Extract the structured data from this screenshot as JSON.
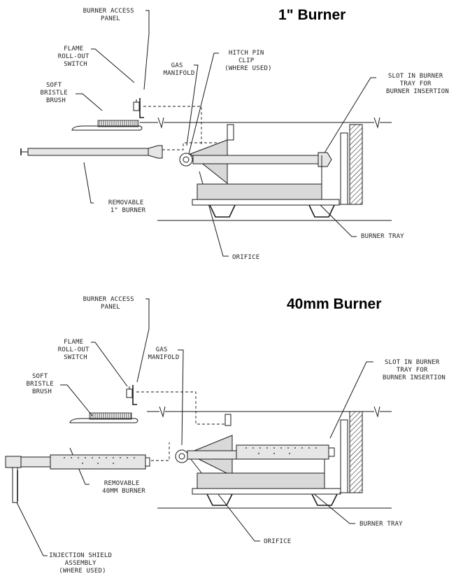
{
  "diagrams": [
    {
      "title": "1\" Burner",
      "labels": {
        "access_panel": [
          "BURNER ACCESS",
          "PANEL"
        ],
        "rollout_switch": [
          "FLAME",
          "ROLL-OUT",
          "SWITCH"
        ],
        "brush": [
          "SOFT",
          "BRISTLE",
          "BRUSH"
        ],
        "gas_manifold": [
          "GAS",
          "MANIFOLD"
        ],
        "hitch_pin": [
          "HITCH PIN",
          "CLIP",
          "(WHERE USED)"
        ],
        "slot": [
          "SLOT IN BURNER",
          "TRAY FOR",
          "BURNER INSERTION"
        ],
        "removable_burner": [
          "REMOVABLE",
          "1\" BURNER"
        ],
        "burner_tray": "BURNER TRAY",
        "orifice": "ORIFICE"
      }
    },
    {
      "title": "40mm Burner",
      "labels": {
        "access_panel": [
          "BURNER ACCESS",
          "PANEL"
        ],
        "rollout_switch": [
          "FLAME",
          "ROLL-OUT",
          "SWITCH"
        ],
        "brush": [
          "SOFT",
          "BRISTLE",
          "BRUSH"
        ],
        "gas_manifold": [
          "GAS",
          "MANIFOLD"
        ],
        "slot": [
          "SLOT IN BURNER",
          "TRAY FOR",
          "BURNER INSERTION"
        ],
        "removable_burner": [
          "REMOVABLE",
          "40MM BURNER"
        ],
        "burner_tray": "BURNER TRAY",
        "orifice": "ORIFICE",
        "injection_shield": [
          "INJECTION SHIELD",
          "ASSEMBLY",
          "(WHERE USED)"
        ]
      }
    }
  ]
}
